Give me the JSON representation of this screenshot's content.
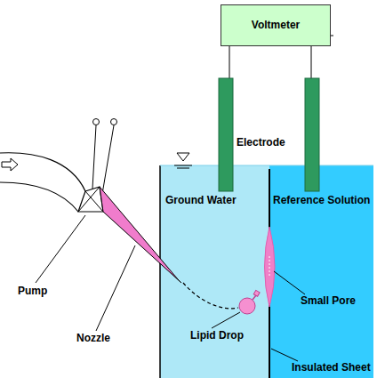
{
  "diagram": {
    "nodes": [
      {
        "text": [
          "Voltmeter"
        ]
      },
      {
        "text": [
          "Ground Water"
        ]
      },
      {
        "text": [
          "Reference Solution"
        ]
      }
    ],
    "labels": [
      "Electrode",
      "Pump",
      "Small Pore",
      "Nozzle",
      "Lipid Drop",
      "Insulated Sheet"
    ]
  }
}
